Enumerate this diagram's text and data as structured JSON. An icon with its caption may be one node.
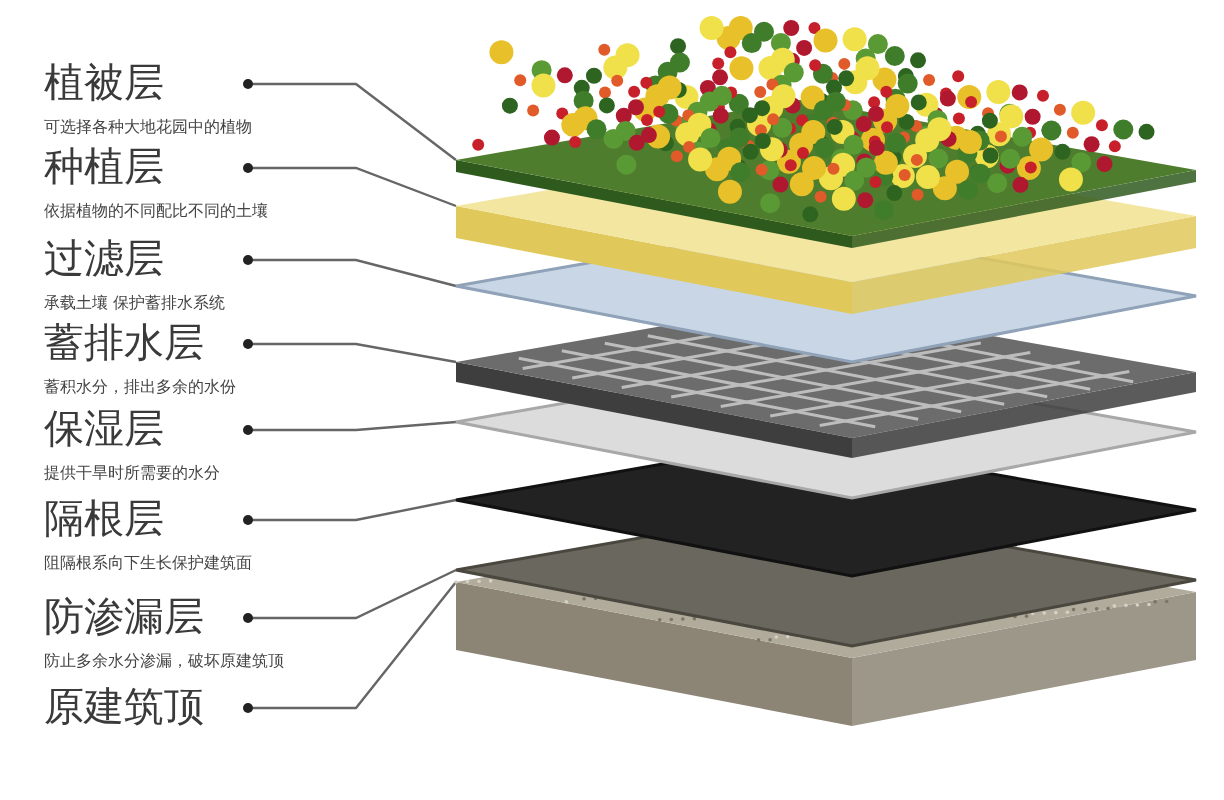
{
  "diagram": {
    "nodes": [
      {
        "text": [
          "植被层",
          "可选择各种大地花园中的植物"
        ]
      },
      {
        "text": [
          "种植层",
          "依据植物的不同配比不同的土壤"
        ]
      },
      {
        "text": [
          "过滤层",
          "承载土壤 保护蓄排水系统"
        ]
      },
      {
        "text": [
          "蓄排水层",
          "蓄积水分，排出多余的水份"
        ]
      },
      {
        "text": [
          "保湿层",
          "提供干旱时所需要的水分"
        ]
      },
      {
        "text": [
          "隔根层",
          "阻隔根系向下生长保护建筑面"
        ]
      },
      {
        "text": [
          "防渗漏层",
          "防止多余水分渗漏，破坏原建筑顶"
        ]
      },
      {
        "text": [
          "原建筑顶"
        ]
      },
      {
        "text": [],
        "shape": "picture"
      },
      {
        "text": [],
        "shape": "box"
      },
      {
        "text": [],
        "shape": "diamond"
      },
      {
        "text": [],
        "shape": "picture"
      },
      {
        "text": [],
        "shape": "diamond"
      },
      {
        "text": [],
        "shape": "diamond"
      },
      {
        "text": [],
        "shape": "diamond"
      },
      {
        "text": [],
        "shape": "box"
      }
    ],
    "edges": [
      {
        "from": 0,
        "to": 8,
        "arrow": "other"
      },
      {
        "from": 1,
        "to": 9,
        "arrow": "other"
      },
      {
        "from": 2,
        "to": 10,
        "arrow": "other"
      },
      {
        "from": 3,
        "to": 11,
        "arrow": "other"
      },
      {
        "from": 4,
        "to": 12,
        "arrow": "other"
      },
      {
        "from": 5,
        "to": 13,
        "arrow": "other"
      },
      {
        "from": 6,
        "to": 14,
        "arrow": "other"
      },
      {
        "from": 7,
        "to": 15,
        "arrow": "other"
      }
    ]
  }
}
